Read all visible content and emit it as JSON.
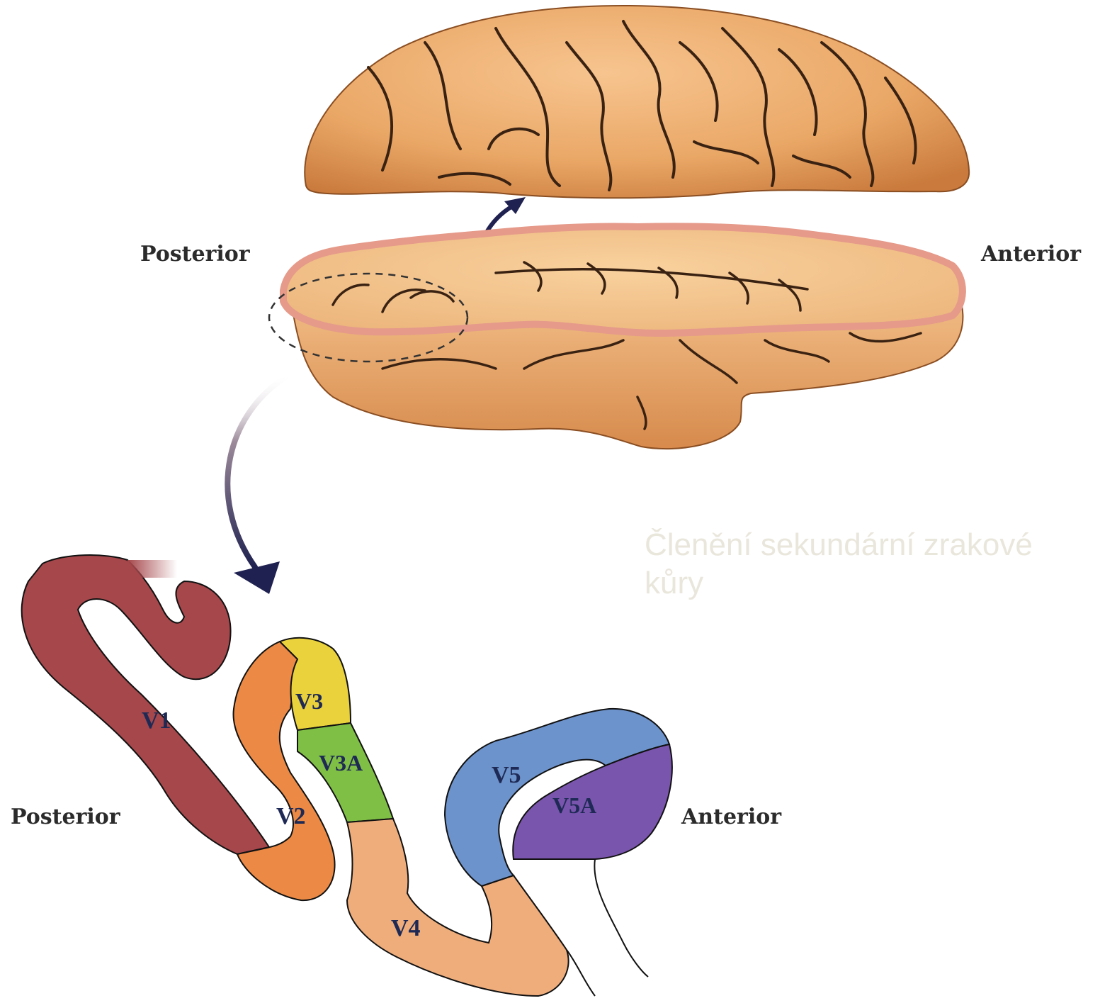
{
  "labels": {
    "top_posterior": "Posterior",
    "top_anterior": "Anterior",
    "bottom_posterior": "Posterior",
    "bottom_anterior": "Anterior"
  },
  "areas": {
    "v1": "V1",
    "v2": "V2",
    "v3": "V3",
    "v3a": "V3A",
    "v4": "V4",
    "v5": "V5",
    "v5a": "V5A"
  },
  "caption": "Členění sekundární zrakové kůry",
  "colors": {
    "brain": "#e9a96a",
    "brain_dark": "#c9783e",
    "cut_edge": "#e59a8a",
    "sulcus": "#3a2212",
    "v1": "#a5474b",
    "v2": "#ec8a45",
    "v3": "#ead23c",
    "v3a": "#7fbf45",
    "v4": "#efad7c",
    "v5": "#6d93cc",
    "v5a": "#7a55ad",
    "arrow": "#1f2150"
  }
}
